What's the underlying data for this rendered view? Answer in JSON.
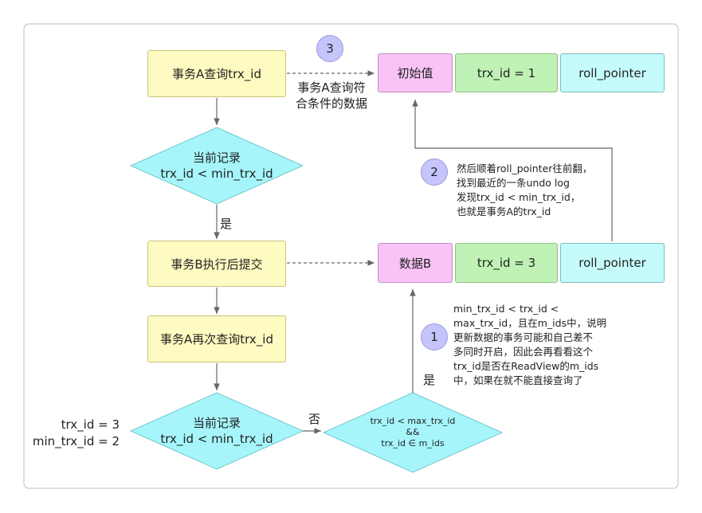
{
  "nodes": {
    "query_a": "事务A查询trx_id",
    "decision1": [
      "当前记录",
      "trx_id < min_trx_id"
    ],
    "yes1": "是",
    "commit_b": "事务B执行后提交",
    "query_a2": "事务A再次查询trx_id",
    "decision2": [
      "当前记录",
      "trx_id < min_trx_id"
    ],
    "no": "否",
    "decision3": [
      "trx_id < max_trx_id",
      "&&",
      "trx_id ∈ m_ids"
    ],
    "yes2": "是"
  },
  "row_initial": {
    "value": "初始值",
    "trx_id": "trx_id = 1",
    "roll": "roll_pointer"
  },
  "row_b": {
    "value": "数据B",
    "trx_id": "trx_id = 3",
    "roll": "roll_pointer"
  },
  "steps": {
    "step1": {
      "num": "1",
      "lines": [
        "min_trx_id < trx_id <",
        "max_trx_id，且在m_ids中，说明",
        "更新数据的事务可能和自己差不",
        "多同时开启，因此会再看看这个",
        "trx_id是否在ReadView的m_ids",
        "中，如果在就不能直接查询了"
      ]
    },
    "step2": {
      "num": "2",
      "lines": [
        "然后顺着roll_pointer往前翻，",
        "找到最近的一条undo log",
        "发现trx_id < min_trx_id，",
        "也就是事务A的trx_id"
      ]
    },
    "step3": {
      "num": "3",
      "lines": [
        "事务A查询符",
        "合条件的数据"
      ]
    }
  },
  "side_values": [
    "trx_id = 3",
    "min_trx_id = 2"
  ],
  "colors": {
    "process": "#fdfbc1",
    "decision": "#a6f5fb",
    "pink": "#f9c3f6",
    "green": "#bff2b4",
    "cyan": "#c6fbfb",
    "step": "#c5c4fb"
  }
}
